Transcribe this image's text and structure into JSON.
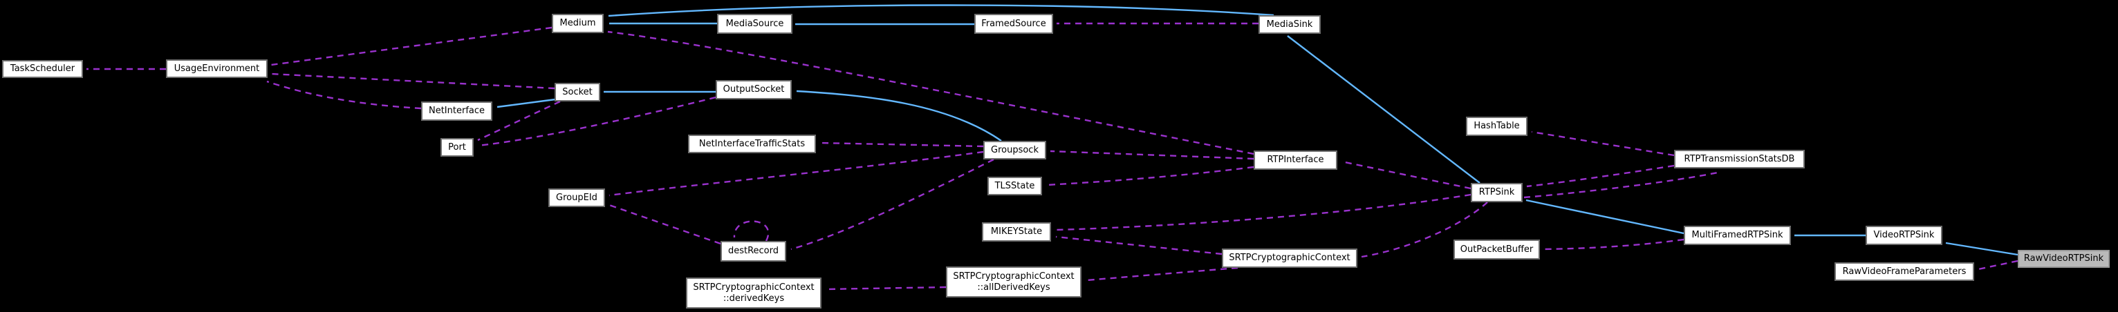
{
  "diagram": {
    "type": "collaboration-graph",
    "highlighted_node": "RawVideoRTPSink",
    "colors": {
      "background": "#000000",
      "node_fill": "#ffffff",
      "node_border": "#6e6e6e",
      "node_text": "#000000",
      "highlighted_node_fill": "#b9b9b9",
      "inheritance_edge": "#63b8ff",
      "usage_edge": "#9a32cd"
    },
    "nodes": [
      {
        "id": "TaskScheduler",
        "label": "TaskScheduler"
      },
      {
        "id": "UsageEnvironment",
        "label": "UsageEnvironment"
      },
      {
        "id": "Medium",
        "label": "Medium"
      },
      {
        "id": "MediaSource",
        "label": "MediaSource"
      },
      {
        "id": "FramedSource",
        "label": "FramedSource"
      },
      {
        "id": "MediaSink",
        "label": "MediaSink"
      },
      {
        "id": "Socket",
        "label": "Socket"
      },
      {
        "id": "OutputSocket",
        "label": "OutputSocket"
      },
      {
        "id": "NetInterface",
        "label": "NetInterface"
      },
      {
        "id": "Port",
        "label": "Port"
      },
      {
        "id": "NetInterfaceTrafficStats",
        "label": "NetInterfaceTrafficStats"
      },
      {
        "id": "Groupsock",
        "label": "Groupsock"
      },
      {
        "id": "RTPInterface",
        "label": "RTPInterface"
      },
      {
        "id": "HashTable",
        "label": "HashTable"
      },
      {
        "id": "RTPTransmissionStatsDB",
        "label": "RTPTransmissionStatsDB"
      },
      {
        "id": "GroupEId",
        "label": "GroupEId"
      },
      {
        "id": "TLSState",
        "label": "TLSState"
      },
      {
        "id": "RTPSink",
        "label": "RTPSink"
      },
      {
        "id": "destRecord",
        "label": "destRecord"
      },
      {
        "id": "MIKEYState",
        "label": "MIKEYState"
      },
      {
        "id": "SRTPCryptographicContext",
        "label": "SRTPCryptographicContext"
      },
      {
        "id": "OutPacketBuffer",
        "label": "OutPacketBuffer"
      },
      {
        "id": "MultiFramedRTPSink",
        "label": "MultiFramedRTPSink"
      },
      {
        "id": "VideoRTPSink",
        "label": "VideoRTPSink"
      },
      {
        "id": "RawVideoRTPSink",
        "label": "RawVideoRTPSink"
      },
      {
        "id": "RawVideoFrameParameters",
        "label": "RawVideoFrameParameters"
      },
      {
        "id": "SRTPCryptographicContext::allDerivedKeys",
        "label": "SRTPCryptographicContext",
        "label2": "::allDerivedKeys"
      },
      {
        "id": "SRTPCryptographicContext::derivedKeys",
        "label": "SRTPCryptographicContext",
        "label2": "::derivedKeys"
      }
    ],
    "edges": [
      {
        "from": "MediaSource",
        "to": "Medium",
        "type": "inheritance"
      },
      {
        "from": "FramedSource",
        "to": "MediaSource",
        "type": "inheritance"
      },
      {
        "from": "MediaSink",
        "to": "Medium",
        "type": "inheritance"
      },
      {
        "from": "OutputSocket",
        "to": "Socket",
        "type": "inheritance"
      },
      {
        "from": "Groupsock",
        "to": "OutputSocket",
        "type": "inheritance"
      },
      {
        "from": "Socket",
        "to": "NetInterface",
        "type": "inheritance"
      },
      {
        "from": "RTPSink",
        "to": "MediaSink",
        "type": "inheritance"
      },
      {
        "from": "MultiFramedRTPSink",
        "to": "RTPSink",
        "type": "inheritance"
      },
      {
        "from": "VideoRTPSink",
        "to": "MultiFramedRTPSink",
        "type": "inheritance"
      },
      {
        "from": "RawVideoRTPSink",
        "to": "VideoRTPSink",
        "type": "inheritance"
      },
      {
        "from": "UsageEnvironment",
        "to": "TaskScheduler",
        "type": "usage"
      },
      {
        "from": "Medium",
        "to": "UsageEnvironment",
        "type": "usage"
      },
      {
        "from": "Socket",
        "to": "UsageEnvironment",
        "type": "usage"
      },
      {
        "from": "NetInterface",
        "to": "UsageEnvironment",
        "type": "usage"
      },
      {
        "from": "Socket",
        "to": "Port",
        "type": "usage"
      },
      {
        "from": "OutputSocket",
        "to": "Port",
        "type": "usage"
      },
      {
        "from": "RTPInterface",
        "to": "Medium",
        "type": "usage"
      },
      {
        "from": "MediaSink",
        "to": "FramedSource",
        "type": "usage"
      },
      {
        "from": "RTPInterface",
        "to": "Groupsock",
        "type": "usage"
      },
      {
        "from": "RTPInterface",
        "to": "TLSState",
        "type": "usage"
      },
      {
        "from": "Groupsock",
        "to": "NetInterfaceTrafficStats",
        "type": "usage"
      },
      {
        "from": "Groupsock",
        "to": "GroupEId",
        "type": "usage"
      },
      {
        "from": "Groupsock",
        "to": "destRecord",
        "type": "usage"
      },
      {
        "from": "destRecord",
        "to": "GroupEId",
        "type": "usage"
      },
      {
        "from": "destRecord",
        "to": "destRecord",
        "type": "usage"
      },
      {
        "from": "RTPSink",
        "to": "RTPInterface",
        "type": "usage"
      },
      {
        "from": "RTPSink",
        "to": "RTPTransmissionStatsDB",
        "type": "usage"
      },
      {
        "from": "RTPTransmissionStatsDB",
        "to": "RTPSink",
        "type": "usage"
      },
      {
        "from": "RTPTransmissionStatsDB",
        "to": "HashTable",
        "type": "usage"
      },
      {
        "from": "RTPSink",
        "to": "MIKEYState",
        "type": "usage"
      },
      {
        "from": "SRTPCryptographicContext",
        "to": "MIKEYState",
        "type": "usage"
      },
      {
        "from": "RTPSink",
        "to": "SRTPCryptographicContext",
        "type": "usage"
      },
      {
        "from": "SRTPCryptographicContext",
        "to": "SRTPCryptographicContext::allDerivedKeys",
        "type": "usage"
      },
      {
        "from": "SRTPCryptographicContext::allDerivedKeys",
        "to": "SRTPCryptographicContext::derivedKeys",
        "type": "usage"
      },
      {
        "from": "MultiFramedRTPSink",
        "to": "OutPacketBuffer",
        "type": "usage"
      },
      {
        "from": "RawVideoRTPSink",
        "to": "RawVideoFrameParameters",
        "type": "usage"
      }
    ]
  }
}
